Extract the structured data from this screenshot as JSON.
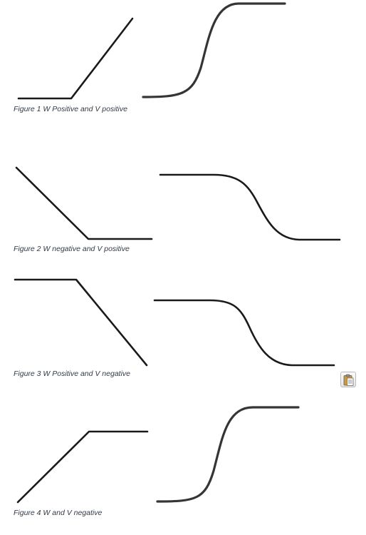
{
  "figures": [
    {
      "caption": "Figure 1 W Positive and V positive"
    },
    {
      "caption": "Figure 2 W negative and V positive"
    },
    {
      "caption": "Figure 3 W Positive and V negative"
    },
    {
      "caption": "Figure 4 W and V negative"
    }
  ],
  "paste_options": {
    "icon": "clipboard-icon"
  }
}
